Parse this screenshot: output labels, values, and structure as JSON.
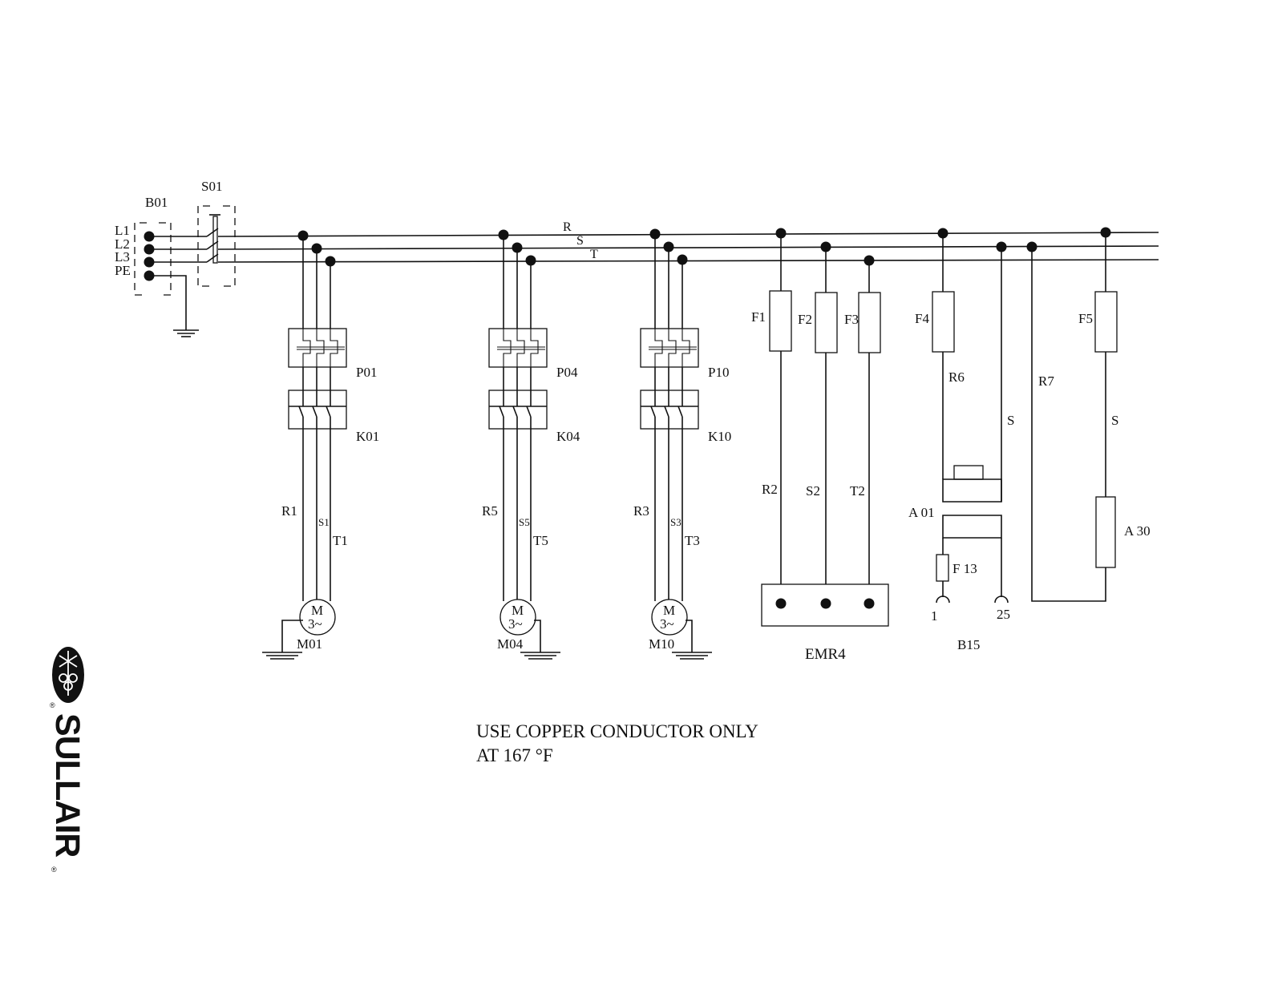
{
  "supply": {
    "terminal_block": "B01",
    "main_switch": "S01",
    "terminals": [
      "L1",
      "L2",
      "L3",
      "PE"
    ],
    "bus": [
      "R",
      "S",
      "T"
    ]
  },
  "motor_branches": [
    {
      "protection": "P01",
      "contactor": "K01",
      "motor": "M01",
      "r": "R1",
      "s": "S1",
      "t": "T1",
      "motor_m": "M",
      "motor_phase": "3~"
    },
    {
      "protection": "P04",
      "contactor": "K04",
      "motor": "M04",
      "r": "R5",
      "s": "S5",
      "t": "T5",
      "motor_m": "M",
      "motor_phase": "3~"
    },
    {
      "protection": "P10",
      "contactor": "K10",
      "motor": "M10",
      "r": "R3",
      "s": "S3",
      "t": "T3",
      "motor_m": "M",
      "motor_phase": "3~"
    }
  ],
  "emr": {
    "fuses": [
      "F1",
      "F2",
      "F3"
    ],
    "wires": [
      "R2",
      "S2",
      "T2"
    ],
    "label": "EMR4"
  },
  "control": {
    "fuse": "F4",
    "wire_r": "R6",
    "wire_s": "S",
    "transformer": "A 01",
    "secondary_fuse": "F 13",
    "terminal_1": "1",
    "terminal_2": "25",
    "terminal_label": "B15"
  },
  "a30_branch": {
    "wire_r": "R7",
    "fuse": "F5",
    "wire_s": "S",
    "device": "A 30"
  },
  "notes": {
    "line1": "USE COPPER CONDUCTOR ONLY",
    "line2": "AT 167 °F"
  },
  "logo": {
    "text": "SULLAIR",
    "registered": "®"
  }
}
